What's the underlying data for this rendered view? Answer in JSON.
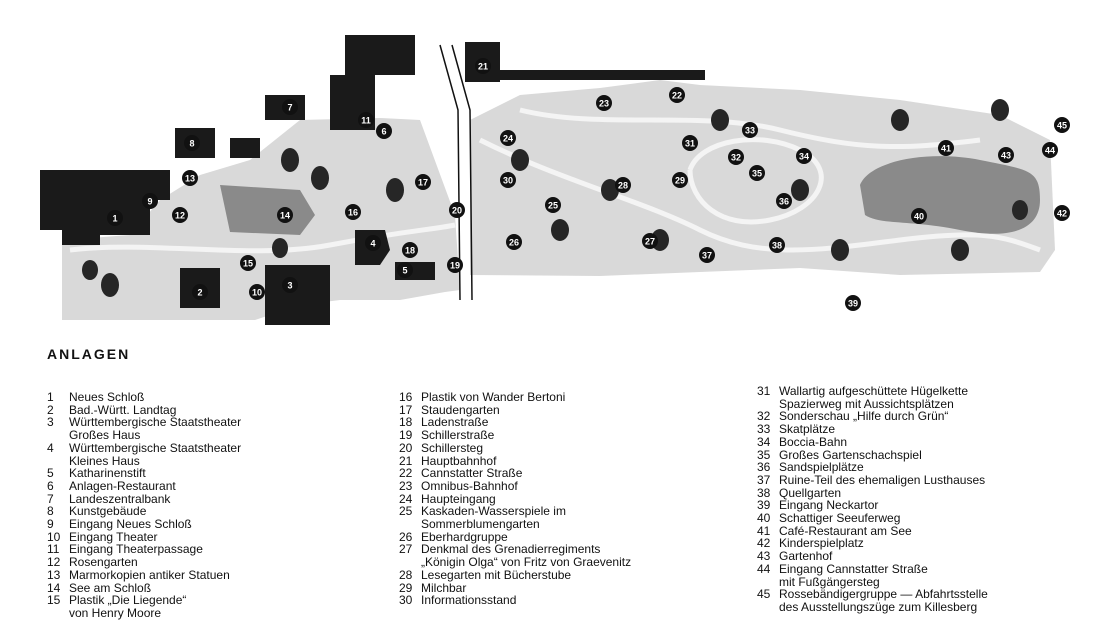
{
  "legend_title": "ANLAGEN",
  "legend_columns": [
    [
      {
        "n": "1",
        "lines": [
          "Neues Schloß"
        ]
      },
      {
        "n": "2",
        "lines": [
          "Bad.-Württ. Landtag"
        ]
      },
      {
        "n": "3",
        "lines": [
          "Württembergische Staatstheater",
          "Großes Haus"
        ]
      },
      {
        "n": "4",
        "lines": [
          "Württembergische Staatstheater",
          "Kleines Haus"
        ]
      },
      {
        "n": "5",
        "lines": [
          "Katharinenstift"
        ]
      },
      {
        "n": "6",
        "lines": [
          "Anlagen-Restaurant"
        ]
      },
      {
        "n": "7",
        "lines": [
          "Landeszentralbank"
        ]
      },
      {
        "n": "8",
        "lines": [
          "Kunstgebäude"
        ]
      },
      {
        "n": "9",
        "lines": [
          "Eingang Neues Schloß"
        ]
      },
      {
        "n": "10",
        "lines": [
          "Eingang Theater"
        ]
      },
      {
        "n": "11",
        "lines": [
          "Eingang  Theaterpassage"
        ]
      },
      {
        "n": "12",
        "lines": [
          "Rosengarten"
        ]
      },
      {
        "n": "13",
        "lines": [
          "Marmorkopien antiker Statuen"
        ]
      },
      {
        "n": "14",
        "lines": [
          "See am Schloß"
        ]
      },
      {
        "n": "15",
        "lines": [
          "Plastik „Die Liegende“",
          "von Henry Moore"
        ]
      }
    ],
    [
      {
        "n": "16",
        "lines": [
          "Plastik von Wander Bertoni"
        ]
      },
      {
        "n": "17",
        "lines": [
          "Staudengarten"
        ]
      },
      {
        "n": "18",
        "lines": [
          "Ladenstraße"
        ]
      },
      {
        "n": "19",
        "lines": [
          "Schillerstraße"
        ]
      },
      {
        "n": "20",
        "lines": [
          "Schillersteg"
        ]
      },
      {
        "n": "21",
        "lines": [
          "Hauptbahnhof"
        ]
      },
      {
        "n": "22",
        "lines": [
          "Cannstatter Straße"
        ]
      },
      {
        "n": "23",
        "lines": [
          "Omnibus-Bahnhof"
        ]
      },
      {
        "n": "24",
        "lines": [
          "Haupteingang"
        ]
      },
      {
        "n": "25",
        "lines": [
          "Kaskaden-Wasserspiele im",
          "Sommerblumengarten"
        ]
      },
      {
        "n": "26",
        "lines": [
          "Eberhardgruppe"
        ]
      },
      {
        "n": "27",
        "lines": [
          "Denkmal des Grenadierregiments",
          "„Königin Olga“ von Fritz von Graevenitz"
        ]
      },
      {
        "n": "28",
        "lines": [
          "Lesegarten mit Bücherstube"
        ]
      },
      {
        "n": "29",
        "lines": [
          "Milchbar"
        ]
      },
      {
        "n": "30",
        "lines": [
          "Informationsstand"
        ]
      }
    ],
    [
      {
        "n": "31",
        "lines": [
          "Wallartig aufgeschüttete Hügelkette",
          "Spazierweg mit Aussichtsplätzen"
        ]
      },
      {
        "n": "32",
        "lines": [
          "Sonderschau „Hilfe durch Grün“"
        ]
      },
      {
        "n": "33",
        "lines": [
          "Skatplätze"
        ]
      },
      {
        "n": "34",
        "lines": [
          "Boccia-Bahn"
        ]
      },
      {
        "n": "35",
        "lines": [
          "Großes Gartenschachspiel"
        ]
      },
      {
        "n": "36",
        "lines": [
          "Sandspielplätze"
        ]
      },
      {
        "n": "37",
        "lines": [
          "Ruine-Teil des ehemaligen Lusthauses"
        ]
      },
      {
        "n": "38",
        "lines": [
          "Quellgarten"
        ]
      },
      {
        "n": "39",
        "lines": [
          "Eingang Neckartor"
        ]
      },
      {
        "n": "40",
        "lines": [
          "Schattiger Seeuferweg"
        ]
      },
      {
        "n": "41",
        "lines": [
          "Café-Restaurant am See"
        ]
      },
      {
        "n": "42",
        "lines": [
          "Kinderspielplatz"
        ]
      },
      {
        "n": "43",
        "lines": [
          "Gartenhof"
        ]
      },
      {
        "n": "44",
        "lines": [
          "Eingang Cannstatter Straße",
          "mit Fußgängersteg"
        ]
      },
      {
        "n": "45",
        "lines": [
          "Rossebändigergruppe — Abfahrtsstelle",
          "des Ausstellungszüge zum Killesberg"
        ]
      }
    ]
  ],
  "map_markers": {
    "white_on_black": [
      "1",
      "2",
      "3",
      "4",
      "5",
      "6",
      "7",
      "8",
      "9",
      "10",
      "11",
      "12",
      "13",
      "14",
      "15",
      "16",
      "17",
      "18",
      "19",
      "20",
      "21",
      "22",
      "23",
      "24",
      "25",
      "26",
      "27",
      "28",
      "29",
      "30",
      "31",
      "32",
      "33",
      "34",
      "35",
      "36",
      "37",
      "38",
      "39",
      "40",
      "41",
      "42",
      "43",
      "44",
      "45"
    ]
  },
  "colors": {
    "park": "#d9d9d9",
    "building": "#1a1a1a",
    "water": "#8a8a8a",
    "tree": "#262626",
    "path": "#f4f4f4"
  }
}
